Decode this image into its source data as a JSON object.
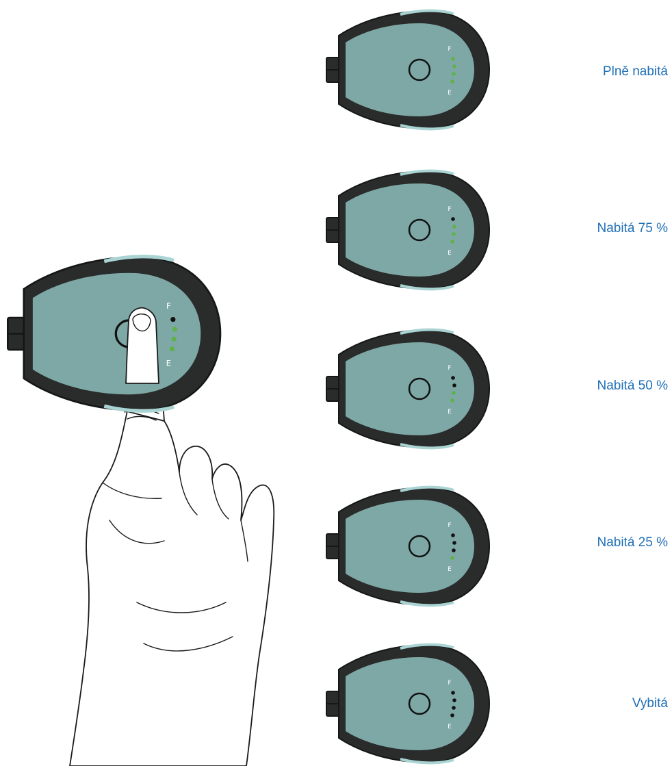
{
  "colors": {
    "body": "#7da8a6",
    "shell": "#2a2b2b",
    "shell_edge": "#151616",
    "rim": "#a9d4d3",
    "led_on": "#5fb24a",
    "led_off": "#111111",
    "label": "#1f6fb6"
  },
  "indicator": {
    "top_letter": "F",
    "bottom_letter": "E"
  },
  "hero": {
    "led_states": [
      "off",
      "on",
      "on",
      "on"
    ]
  },
  "states": [
    {
      "label": "Plně nabitá",
      "lit_leds": 4,
      "led_states": [
        "on",
        "on",
        "on",
        "on"
      ]
    },
    {
      "label": "Nabitá 75 %",
      "lit_leds": 3,
      "led_states": [
        "off",
        "on",
        "on",
        "on"
      ]
    },
    {
      "label": "Nabitá 50 %",
      "lit_leds": 2,
      "led_states": [
        "off",
        "off",
        "on",
        "on"
      ]
    },
    {
      "label": "Nabitá 25 %",
      "lit_leds": 1,
      "led_states": [
        "off",
        "off",
        "off",
        "on"
      ]
    },
    {
      "label": "Vybitá",
      "lit_leds": 0,
      "led_states": [
        "off",
        "off",
        "off",
        "off"
      ]
    }
  ],
  "icons": {
    "device": "battery-pack-icon",
    "hand": "pointing-hand-icon",
    "button": "power-button-icon"
  }
}
